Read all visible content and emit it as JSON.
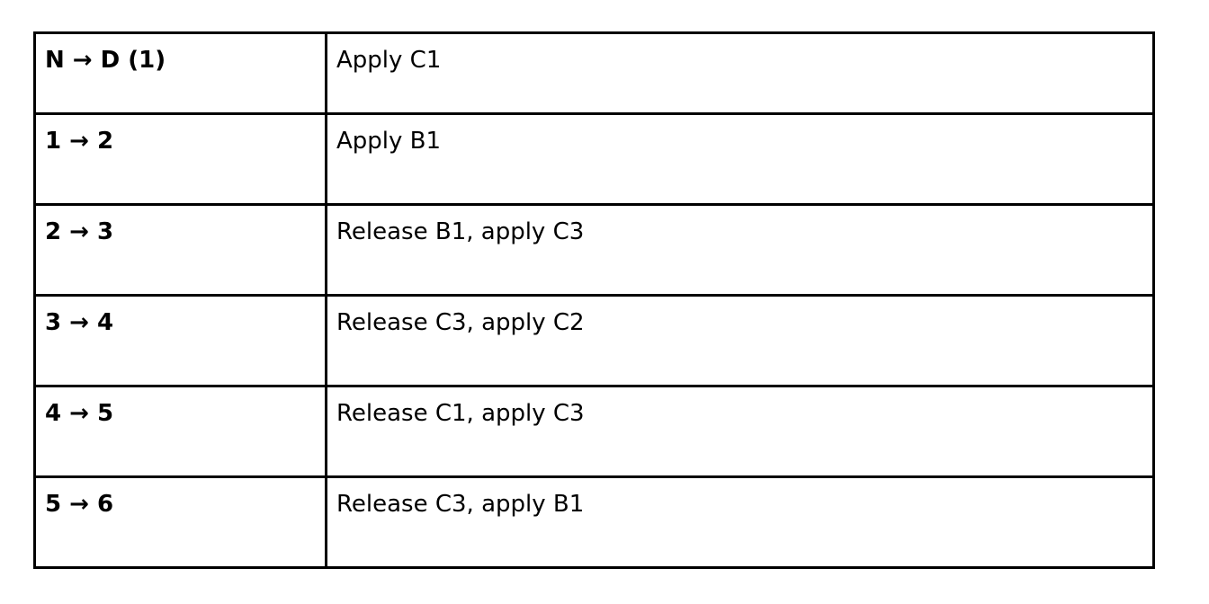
{
  "table": {
    "rows": [
      {
        "step": "N → D (1)",
        "action": "Apply C1"
      },
      {
        "step": "1 → 2",
        "action": "Apply B1"
      },
      {
        "step": "2 → 3",
        "action": "Release B1, apply C3"
      },
      {
        "step": "3 → 4",
        "action": "Release C3, apply C2"
      },
      {
        "step": "4 → 5",
        "action": "Release C1, apply C3"
      },
      {
        "step": "5 → 6",
        "action": "Release C3, apply B1"
      }
    ]
  }
}
